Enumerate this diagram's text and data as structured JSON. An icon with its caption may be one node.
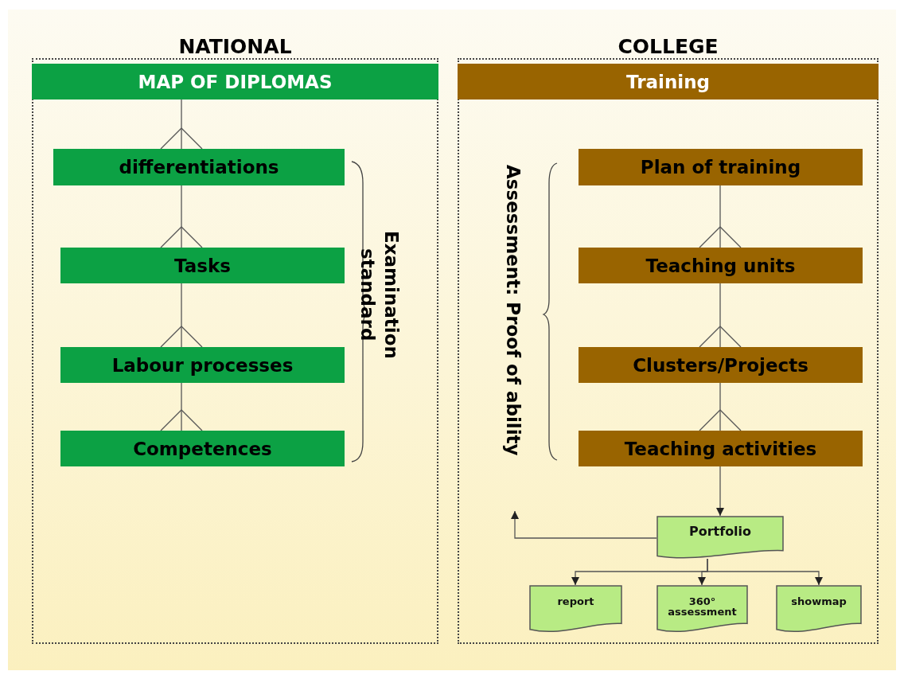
{
  "diagram": {
    "nodes": [
      {
        "text": [
          "NATIONAL"
        ]
      },
      {
        "text": [
          "MAP OF DIPLOMAS"
        ],
        "in": 0
      },
      {
        "text": [
          "differentiations"
        ],
        "in": 0
      },
      {
        "text": [
          "Tasks"
        ],
        "in": 0
      },
      {
        "text": [
          "Labour processes"
        ],
        "in": 0
      },
      {
        "text": [
          "Competences"
        ],
        "in": 0
      },
      {
        "text": [
          "COLLEGE"
        ]
      },
      {
        "text": [
          "Training"
        ],
        "in": 6
      },
      {
        "text": [
          "Plan of training"
        ],
        "in": 6
      },
      {
        "text": [
          "Teaching units"
        ],
        "in": 6
      },
      {
        "text": [
          "Clusters/Projects"
        ],
        "in": 6
      },
      {
        "text": [
          "Teaching activities"
        ],
        "in": 6
      },
      {
        "text": [
          "Portfolio"
        ],
        "in": 6
      },
      {
        "text": [
          "report"
        ],
        "in": 6
      },
      {
        "text": [
          "360° assessment"
        ],
        "in": 6
      },
      {
        "text": [
          "showmap"
        ],
        "in": 6
      }
    ],
    "edges": [
      {
        "from": 1,
        "to": 2,
        "arrow": "other"
      },
      {
        "from": 2,
        "to": 3,
        "arrow": "other"
      },
      {
        "from": 3,
        "to": 4,
        "arrow": "other"
      },
      {
        "from": 4,
        "to": 5,
        "arrow": "other"
      },
      {
        "from": 8,
        "to": 9,
        "arrow": "other"
      },
      {
        "from": 9,
        "to": 10,
        "arrow": "other"
      },
      {
        "from": 10,
        "to": 11,
        "arrow": "other"
      },
      {
        "from": 11,
        "to": 12,
        "arrow": "to"
      },
      {
        "from": 12,
        "to": null,
        "arrow": "to"
      },
      {
        "from": 12,
        "to": 13,
        "arrow": "to"
      },
      {
        "from": 12,
        "to": 14,
        "arrow": "to"
      },
      {
        "from": 12,
        "to": 15,
        "arrow": "to"
      }
    ],
    "labels": [
      "Examination standard",
      "Assessment: Proof of ability"
    ]
  }
}
